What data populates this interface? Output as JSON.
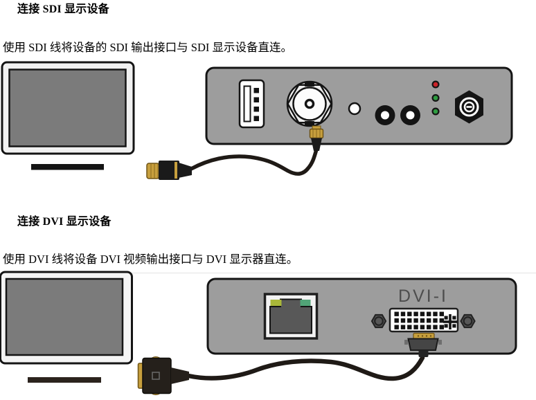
{
  "sections": {
    "sdi": {
      "heading": "连接 SDI 显示设备",
      "body": "使用 SDI 线将设备的 SDI 输出接口与 SDI 显示设备直连。"
    },
    "dvi": {
      "heading": "连接 DVI 显示设备",
      "body": "使用 DVI 线将设备 DVI 视频输出接口与 DVI 显示器直连。"
    }
  },
  "diagrams": {
    "sdi": {
      "components": [
        "display-monitor",
        "device-rear-panel",
        "usb-port",
        "sdi-bnc-port",
        "white-indicator",
        "rca-jack-left",
        "rca-jack-right",
        "led-red",
        "led-green-1",
        "led-green-2",
        "power-connector",
        "sdi-cable",
        "bnc-male-connector",
        "sma-male-connector"
      ]
    },
    "dvi": {
      "port_label": "DVI-I",
      "components": [
        "display-monitor",
        "device-rear-panel",
        "ethernet-port",
        "dvi-i-port",
        "screw-nut-left",
        "screw-nut-right",
        "dvi-cable",
        "dvi-male-connector-left",
        "dvi-male-connector-plug"
      ]
    }
  },
  "colors": {
    "panel_gray": "#9d9d9d",
    "screen_gray": "#7b7b7b",
    "monitor_frame": "#f1f1f1",
    "outline_black": "#141414",
    "led_red": "#cb2228",
    "led_green": "#2e9c40",
    "ethernet_led_yellow": "#a9b739",
    "ethernet_led_green": "#51a477",
    "ethernet_inner_gray": "#585858",
    "connector_gold": "#c79f3d",
    "cable_black": "#1f1a16",
    "dvi_label_color": "#4d4d4d",
    "nut_gray": "#575757"
  }
}
